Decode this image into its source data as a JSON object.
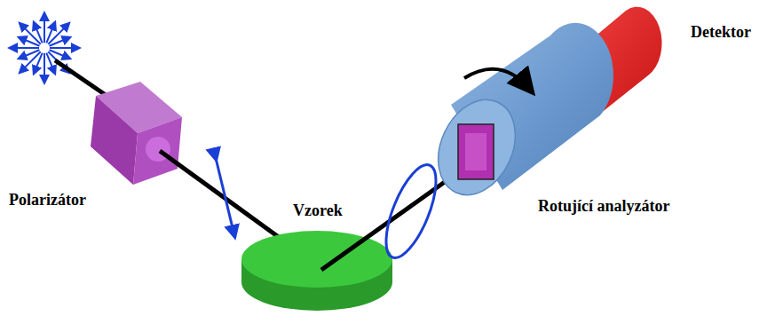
{
  "diagram": {
    "labels": [
      "Detektor",
      "Polarizátor",
      "Vzorek",
      "Rotující analyzátor"
    ]
  }
}
